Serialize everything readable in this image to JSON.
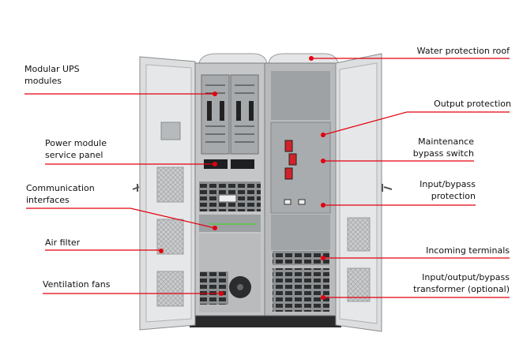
{
  "labels_left": [
    {
      "line1": "Modular UPS",
      "line2": "modules"
    },
    {
      "line1": "Power module",
      "line2": "service panel"
    },
    {
      "line1": "Communication",
      "line2": "interfaces"
    },
    {
      "line1": "Air filter"
    },
    {
      "line1": "Ventilation fans"
    }
  ],
  "labels_right": [
    {
      "line1": "Water protection roof"
    },
    {
      "line1": "Output protection"
    },
    {
      "line1": "Maintenance",
      "line2": "bypass switch"
    },
    {
      "line1": "Input/bypass",
      "line2": "protection"
    },
    {
      "line1": "Incoming terminals"
    },
    {
      "line1": "Input/output/bypass",
      "line2": "transformer (optional)"
    }
  ],
  "colors": {
    "callout": "#e3000f",
    "cabinet": "#d4d6d8",
    "panel": "#a9acae"
  }
}
